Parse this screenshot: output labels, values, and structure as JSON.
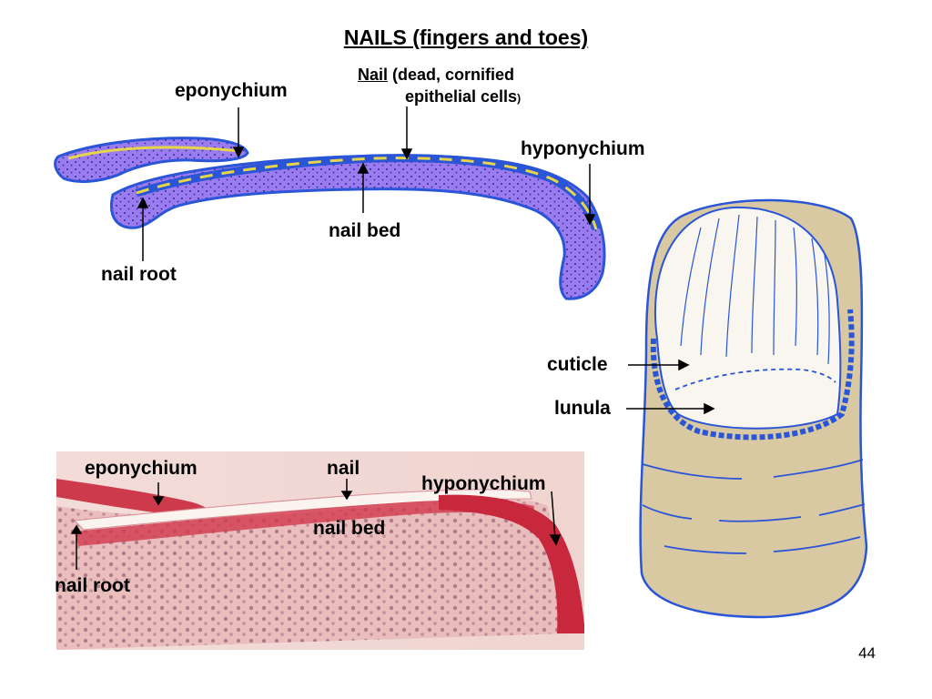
{
  "title": "NAILS  (fingers and toes)",
  "top_diagram": {
    "eponychium": "eponychium",
    "nail_underlined": "Nail",
    "nail_desc_line1": "(dead, cornified",
    "nail_desc_line2": "epithelial cells",
    "nail_desc_paren": ")",
    "hyponychium": "hyponychium",
    "nail_bed": "nail bed",
    "nail_root": "nail root"
  },
  "finger_diagram": {
    "cuticle": "cuticle",
    "lunula": "lunula"
  },
  "micrograph": {
    "eponychium": "eponychium",
    "nail": "nail",
    "hyponychium": "hyponychium",
    "nail_bed": "nail bed",
    "nail_root": "nail root"
  },
  "page_number": "44",
  "colors": {
    "epidermis_fill": "#9b7cf0",
    "outline_blue": "#2a55d6",
    "keratin_yellow": "#e8d44a",
    "skin_tan": "#d9c9a3",
    "nail_plate": "#f8f6ef",
    "tissue_red": "#c8283c",
    "tissue_pink": "#e9b7b4"
  }
}
